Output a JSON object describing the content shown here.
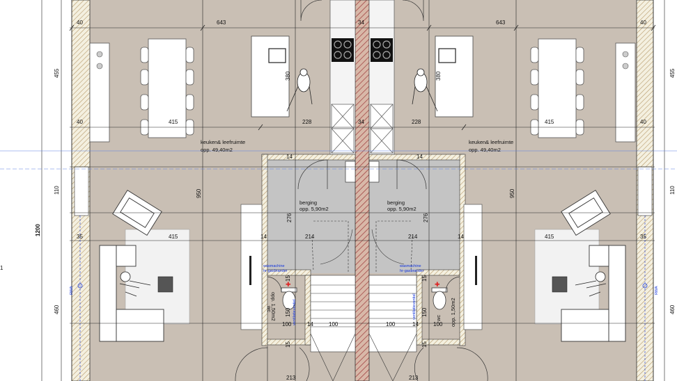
{
  "rooms": {
    "left_kitchen": {
      "name": "keuken& leefruimte",
      "area": "opp. 49,40m2"
    },
    "right_kitchen": {
      "name": "keuken& leefruimte",
      "area": "opp. 49,40m2"
    },
    "left_storage": {
      "name": "berging",
      "area": "opp. 5,90m2"
    },
    "right_storage": {
      "name": "berging",
      "area": "opp. 5,90m2"
    },
    "left_wc": {
      "name": "wc",
      "area": "opp. 1,50m2"
    },
    "right_wc": {
      "name": "wc",
      "area": "opp. 1,50m2"
    }
  },
  "notes": {
    "washer": "wasmachine",
    "boiler": "hr-gasbrander",
    "vent": "ventilatieventiel"
  },
  "labels": {
    "rwa": "RWA",
    "side_marker": "1"
  },
  "dims": {
    "w40": "40",
    "w643": "643",
    "w34": "34",
    "w415": "415",
    "w228": "228",
    "w35": "35",
    "w14": "14",
    "w214": "214",
    "w100": "100",
    "w213": "213",
    "h455": "455",
    "h110": "110",
    "h1200": "1200",
    "h460": "460",
    "h950": "950",
    "h276": "276",
    "h380": "380",
    "h150": "150",
    "h15": "15"
  },
  "colors": {
    "floor": "#c9bfb4",
    "storage_floor": "#c4c4c4",
    "wall_hatch": "#b79a6a",
    "party_wall": "#a04040",
    "annotation_blue": "#1133dd"
  }
}
